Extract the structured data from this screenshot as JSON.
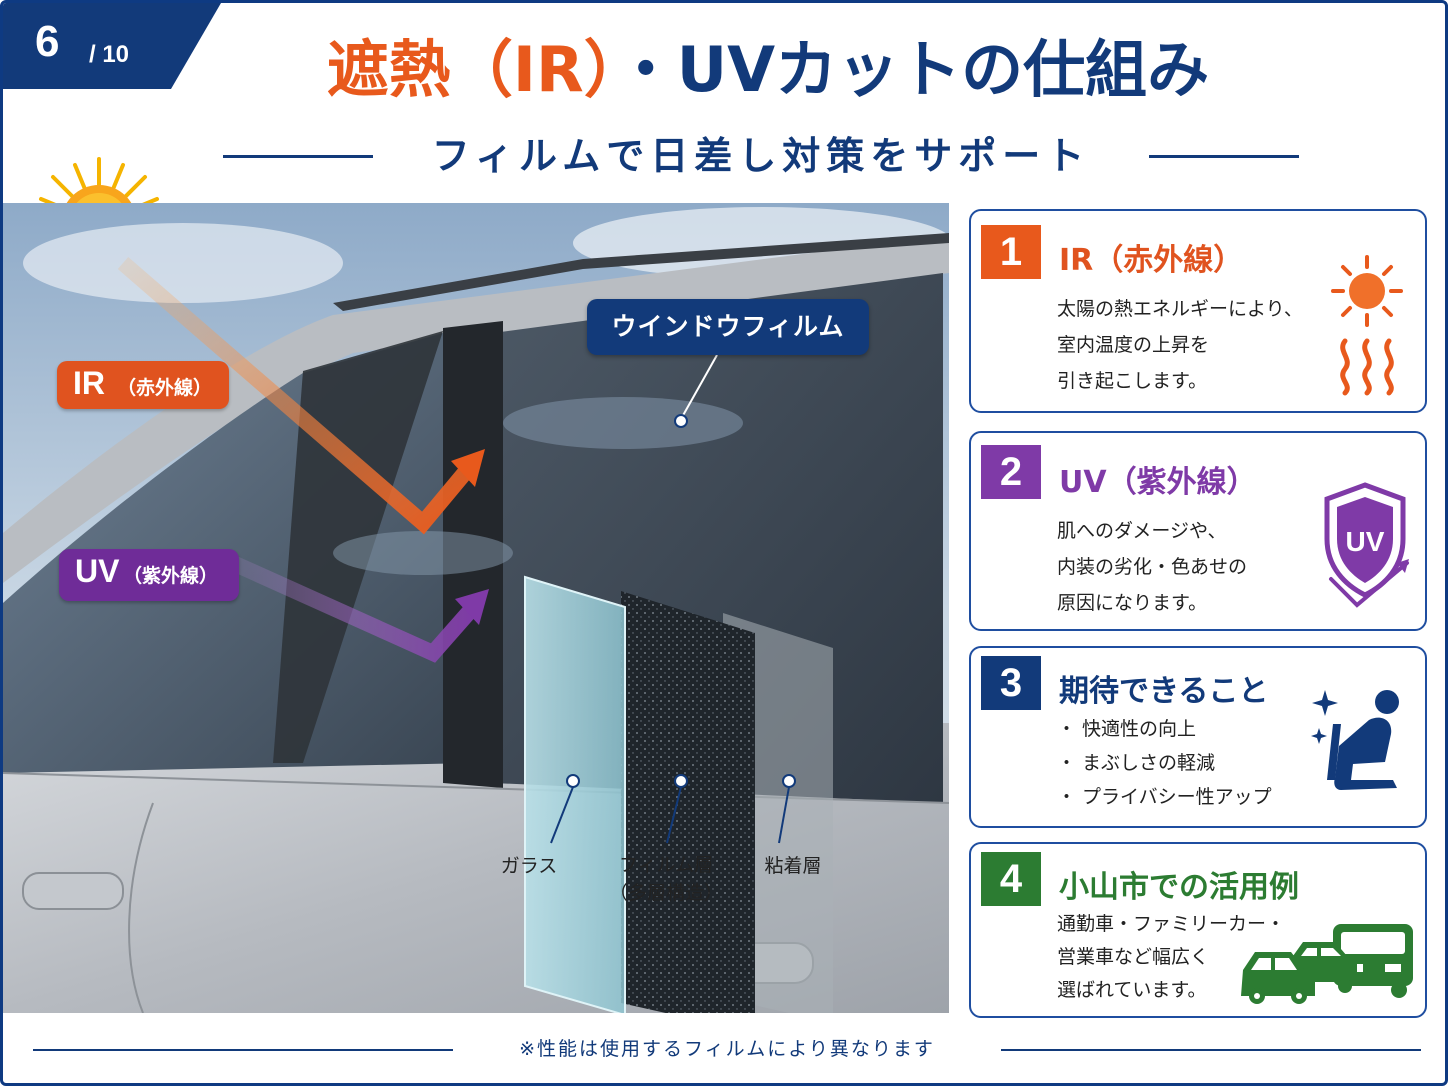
{
  "page_badge": {
    "current": "6",
    "total": "/ 10"
  },
  "header": {
    "title_orange": "遮熱（IR）",
    "title_navy": "・UVカットの仕組み",
    "subtitle": "フィルムで日差し対策をサポート"
  },
  "diagram": {
    "ir_tag": {
      "main": "IR",
      "sub": "（赤外線）"
    },
    "uv_tag": {
      "main": "UV",
      "sub": "（紫外線）"
    },
    "film_label": "ウインドウフィルム",
    "layers": {
      "glass": "ガラス",
      "film_line1": "フィルム層",
      "film_line2": "（多層構造）",
      "adhesive": "粘着層"
    }
  },
  "cards": [
    {
      "number": "1",
      "title": "IR（赤外線）",
      "lines": [
        "太陽の熱エネルギーにより、",
        "室内温度の上昇を",
        "引き起こします。"
      ],
      "icon": "sun-heat-icon"
    },
    {
      "number": "2",
      "title": "UV（紫外線）",
      "lines": [
        "肌へのダメージや、",
        "内装の劣化・色あせの",
        "原因になります。"
      ],
      "icon": "uv-shield-icon",
      "icon_text": "UV"
    },
    {
      "number": "3",
      "title": "期待できること",
      "lines": [
        "・ 快適性の向上",
        "・ まぶしさの軽減",
        "・ プライバシー性アップ"
      ],
      "icon": "comfort-seat-icon"
    },
    {
      "number": "4",
      "title": "小山市での活用例",
      "lines": [
        "通勤車・ファミリーカー・",
        "営業車など幅広く",
        "選ばれています。"
      ],
      "icon": "vehicles-icon"
    }
  ],
  "footer": {
    "note": "※性能は使用するフィルムにより異なります"
  },
  "colors": {
    "navy": "#123a7a",
    "orange": "#e8591c",
    "purple": "#7f3aa7",
    "green": "#2c7c32"
  }
}
